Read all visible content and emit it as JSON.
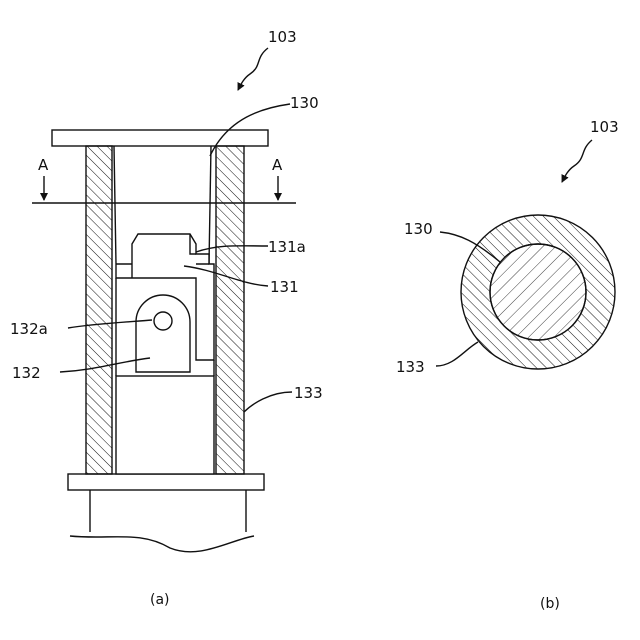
{
  "figure_a": {
    "ref": "103",
    "labels": {
      "sleeve": "130",
      "part_131": "131",
      "part_131a": "131a",
      "pin_hole": "132a",
      "part_132": "132",
      "outer": "133",
      "section_left": "A",
      "section_right": "A"
    },
    "caption": "(a)"
  },
  "figure_b": {
    "ref": "103",
    "labels": {
      "inner": "130",
      "outer": "133"
    },
    "caption": "(b)"
  },
  "colors": {
    "line": "#111111",
    "background": "#ffffff"
  }
}
